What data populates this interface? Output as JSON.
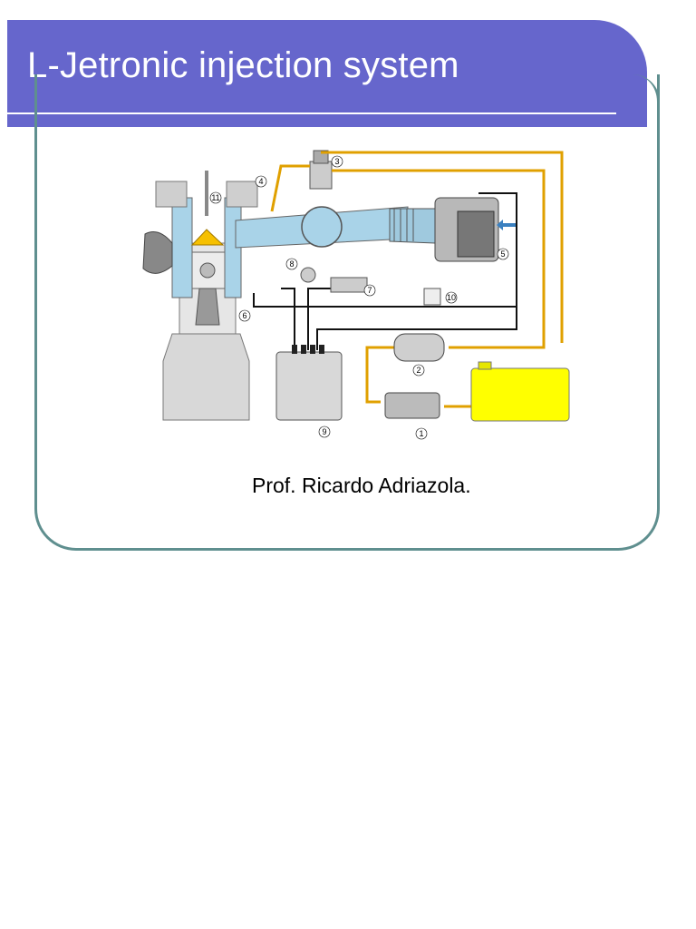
{
  "slide": {
    "title": "L-Jetronic injection system",
    "author": "Prof. Ricardo Adriazola."
  },
  "diagram": {
    "callouts": [
      "1",
      "2",
      "3",
      "4",
      "5",
      "6",
      "7",
      "8",
      "9",
      "10",
      "11"
    ]
  },
  "colors": {
    "title_bar": "#6666cc",
    "frame": "#5f8f8f",
    "intake_air": "#a9d3e8",
    "fuel_line": "#f0a800",
    "fuel_tank": "#ffff00",
    "combustion": "#f6c000"
  }
}
